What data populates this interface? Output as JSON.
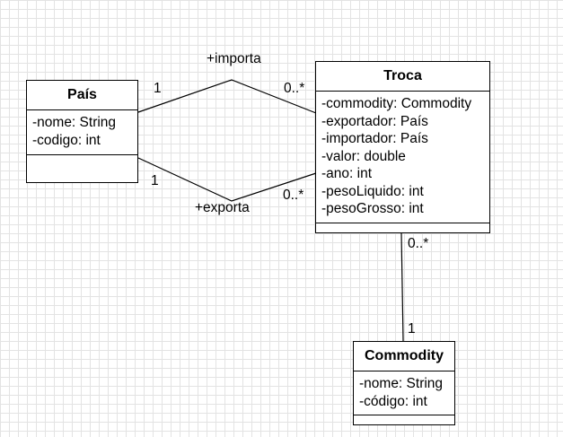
{
  "classes": {
    "pais": {
      "name": "País",
      "attributes": [
        "-nome: String",
        "-codigo: int"
      ]
    },
    "troca": {
      "name": "Troca",
      "attributes": [
        "-commodity: Commodity",
        "-exportador: País",
        "-importador: País",
        "-valor: double",
        "-ano: int",
        "-pesoLiquido: int",
        "-pesoGrosso: int"
      ]
    },
    "commodity": {
      "name": "Commodity",
      "attributes": [
        "-nome: String",
        "-código: int"
      ]
    }
  },
  "associations": {
    "importa": {
      "label": "+importa",
      "source_mult": "1",
      "target_mult": "0..*"
    },
    "exporta": {
      "label": "+exporta",
      "source_mult": "1",
      "target_mult": "0..*"
    },
    "troca_commodity": {
      "source_mult": "0..*",
      "target_mult": "1"
    }
  }
}
